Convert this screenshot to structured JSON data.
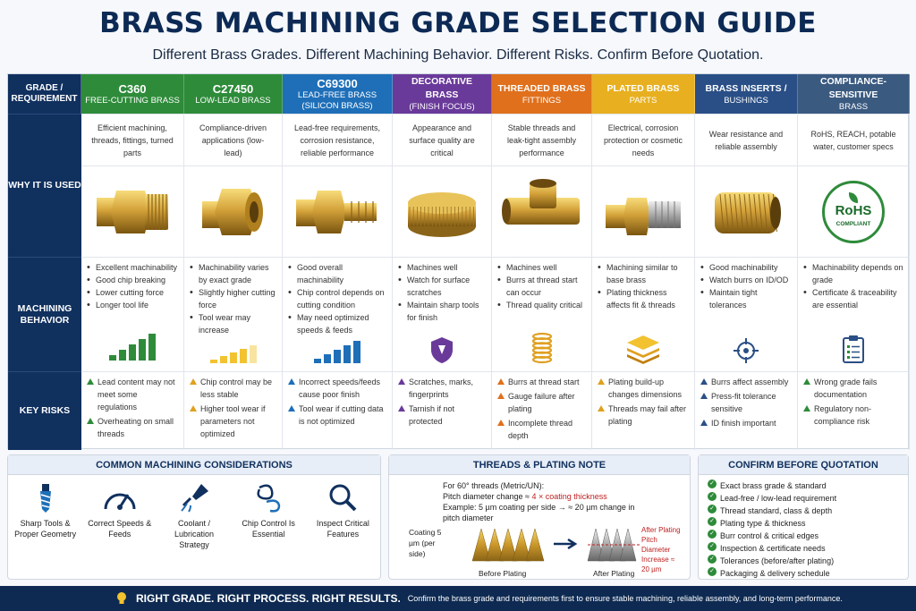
{
  "title": "BRASS MACHINING GRADE SELECTION GUIDE",
  "subtitle": "Different Brass Grades. Different Machining Behavior. Different Risks. Confirm Before Quotation.",
  "header_corner": "GRADE / REQUIREMENT",
  "row_labels": {
    "why": "WHY IT IS USED",
    "behavior": "MACHINING BEHAVIOR",
    "risks": "KEY RISKS"
  },
  "columns": [
    {
      "line1": "C360",
      "line2": "FREE-CUTTING BRASS",
      "color": "#2e8b3a",
      "why": "Efficient machining, threads, fittings, turned parts",
      "behavior": [
        "Excellent machinability",
        "Good chip breaking",
        "Lower cutting force",
        "Longer tool life"
      ],
      "icon": "bar-chart-green-icon",
      "risks": [
        "Lead content may not meet some regulations",
        "Overheating on small threads"
      ],
      "risk_color": "#2e8b3a"
    },
    {
      "line1": "C27450",
      "line2": "LOW-LEAD BRASS",
      "color": "#2e8b3a",
      "why": "Compliance-driven applications (low-lead)",
      "behavior": [
        "Machinability varies by exact grade",
        "Slightly higher cutting force",
        "Tool wear may increase"
      ],
      "icon": "bar-chart-yellow-icon",
      "risks": [
        "Chip control may be less stable",
        "Higher tool wear if parameters not optimized"
      ],
      "risk_color": "#e0a020"
    },
    {
      "line1": "C69300",
      "line2": "LEAD-FREE BRASS (SILICON BRASS)",
      "color": "#1e6fb8",
      "why": "Lead-free requirements, corrosion resistance, reliable performance",
      "behavior": [
        "Good overall machinability",
        "Chip control depends on cutting condition",
        "May need optimized speeds & feeds"
      ],
      "icon": "bar-chart-blue-icon",
      "risks": [
        "Incorrect speeds/feeds cause poor finish",
        "Tool wear if cutting data is not optimized"
      ],
      "risk_color": "#1e6fb8"
    },
    {
      "line1": "DECORATIVE BRASS",
      "line2": "(FINISH FOCUS)",
      "color": "#6a3a9a",
      "why": "Appearance and surface quality are critical",
      "behavior": [
        "Machines well",
        "Watch for surface scratches",
        "Maintain sharp tools for finish"
      ],
      "icon": "shield-icon",
      "risks": [
        "Scratches, marks, fingerprints",
        "Tarnish if not protected"
      ],
      "risk_color": "#6a3a9a"
    },
    {
      "line1": "THREADED BRASS",
      "line2": "FITTINGS",
      "color": "#e0701c",
      "why": "Stable threads and leak-tight assembly performance",
      "behavior": [
        "Machines well",
        "Burrs at thread start can occur",
        "Thread quality critical"
      ],
      "icon": "spring-thread-icon",
      "risks": [
        "Burrs at thread start",
        "Gauge failure after plating",
        "Incomplete thread depth"
      ],
      "risk_color": "#e0701c"
    },
    {
      "line1": "PLATED BRASS",
      "line2": "PARTS",
      "color": "#e8b020",
      "why": "Electrical, corrosion protection or cosmetic needs",
      "behavior": [
        "Machining similar to base brass",
        "Plating thickness affects fit & threads"
      ],
      "icon": "layers-icon",
      "risks": [
        "Plating build-up changes dimensions",
        "Threads may fail after plating"
      ],
      "risk_color": "#e0a020"
    },
    {
      "line1": "BRASS INSERTS /",
      "line2": "BUSHINGS",
      "color": "#2a4f86",
      "why": "Wear resistance and reliable assembly",
      "behavior": [
        "Good machinability",
        "Watch burrs on ID/OD",
        "Maintain tight tolerances"
      ],
      "icon": "crosshair-icon",
      "risks": [
        "Burrs affect assembly",
        "Press-fit tolerance sensitive",
        "ID finish important"
      ],
      "risk_color": "#2a4f86"
    },
    {
      "line1": "COMPLIANCE-SENSITIVE",
      "line2": "BRASS",
      "color": "#3a5a80",
      "why": "RoHS, REACH, potable water, customer specs",
      "behavior": [
        "Machinability depends on grade",
        "Certificate & traceability are essential"
      ],
      "icon": "clipboard-icon",
      "risks": [
        "Wrong grade fails documentation",
        "Regulatory non-compliance risk"
      ],
      "risk_color": "#2e8b3a"
    }
  ],
  "rohs": {
    "main": "RoHS",
    "sub": "COMPLIANT"
  },
  "considerations": {
    "title": "COMMON MACHINING CONSIDERATIONS",
    "items": [
      {
        "label": "Sharp Tools & Proper Geometry",
        "icon": "drill-icon"
      },
      {
        "label": "Correct Speeds & Feeds",
        "icon": "gauge-icon"
      },
      {
        "label": "Coolant / Lubrication Strategy",
        "icon": "coolant-icon"
      },
      {
        "label": "Chip Control Is Essential",
        "icon": "chip-icon"
      },
      {
        "label": "Inspect Critical Features",
        "icon": "magnifier-icon"
      }
    ]
  },
  "note": {
    "title": "THREADS & PLATING NOTE",
    "line1": "For 60° threads (Metric/UN):",
    "line2a": "Pitch diameter change ≈ ",
    "line2b": "4 × coating thickness",
    "line3": "Example: 5 µm coating per side → ≈ 20 µm change in pitch diameter",
    "coating": "Coating 5 µm (per side)",
    "before": "Before Plating",
    "after": "After Plating",
    "after_label1": "After Plating",
    "after_label2": "Pitch Diameter",
    "after_label3": "Increase ≈ 20 µm"
  },
  "confirm": {
    "title": "CONFIRM BEFORE QUOTATION",
    "items": [
      "Exact brass grade & standard",
      "Lead-free / low-lead requirement",
      "Thread standard, class & depth",
      "Plating type & thickness",
      "Burr control & critical edges",
      "Inspection & certificate needs",
      "Tolerances (before/after plating)",
      "Packaging & delivery schedule"
    ]
  },
  "footer": {
    "strong": "RIGHT GRADE. RIGHT PROCESS. RIGHT RESULTS.",
    "desc": "Confirm the brass grade and requirements first to ensure stable machining, reliable assembly, and long-term performance."
  }
}
